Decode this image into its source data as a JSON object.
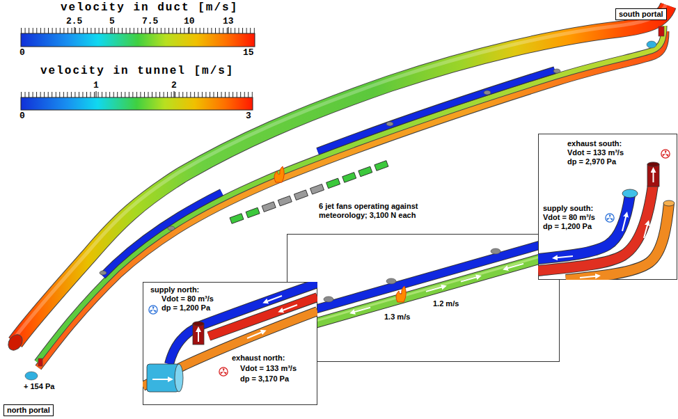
{
  "diagram": {
    "nodes": [
      {
        "text": [
          "south portal"
        ]
      },
      {
        "text": [
          "exhaust south:",
          "Vdot = 133 m³/s",
          "dp = 2,970 Pa",
          "supply south:",
          "Vdot = 80 m³/s",
          "dp = 1,200 Pa"
        ]
      },
      {
        "text": [
          "1.2 m/s",
          "1.3 m/s"
        ]
      },
      {
        "text": [
          "supply north:",
          "Vdot = 80 m³/s",
          "dp = 1,200 Pa",
          "exhaust north:",
          "Vdot = 133 m³/s",
          "dp = 3,170 Pa"
        ]
      },
      {
        "text": [
          "north portal"
        ]
      }
    ],
    "labels": [
      "velocity in duct [m/s]",
      "2.5",
      "5",
      "7.5",
      "10",
      "13",
      "0",
      "15",
      "velocity in tunnel [m/s]",
      "1",
      "2",
      "0",
      "3",
      "6 jet fans operating against meteorology; 3,100 N each",
      "+ 154 Pa"
    ]
  }
}
